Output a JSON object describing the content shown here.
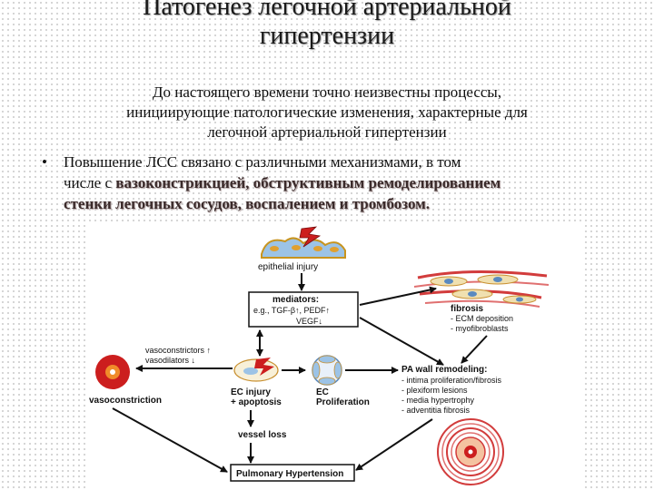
{
  "title": {
    "line1": "Патогенез легочной артериальной",
    "line2": "гипертензии"
  },
  "intro": {
    "line1": "До настоящего времени точно неизвестны процессы,",
    "line2": "инициирующие патологические изменения, характерные для",
    "line3": "легочной артериальной гипертензии"
  },
  "bullet": {
    "marker": "•",
    "line1": "Повышение ЛСС связано с различными механизмами, в том",
    "line2_prefix": "числе с ",
    "line2_highlight": "вазоконстрикцией, обструктивным ремоделированием",
    "line3_highlight": "стенки легочных сосудов, воспалением и тромбозом."
  },
  "diagram": {
    "epithelial": "epithelial injury",
    "mediators_title": "mediators:",
    "mediators_line1": "e.g., TGF-β↑, PEDF↑",
    "mediators_line2": "VEGF↓",
    "fibrosis_title": "fibrosis",
    "fibrosis_item1": "- ECM deposition",
    "fibrosis_item2": "- myofibroblasts",
    "vasoconstrictors": "vasoconstrictors ↑",
    "vasodilators": "vasodilators ↓",
    "vasoconstriction": "vasoconstriction",
    "ec_injury_line1": "EC injury",
    "ec_injury_line2": "+ apoptosis",
    "ec_prolif_line1": "EC",
    "ec_prolif_line2": "Proliferation",
    "pa_wall_title": "PA wall remodeling:",
    "pa_item1": "- intima proliferation/fibrosis",
    "pa_item2": "- plexiform lesions",
    "pa_item3": "- media hypertrophy",
    "pa_item4": "- adventitia fibrosis",
    "vessel_loss": "vessel loss",
    "pulmonary_hypertension": "Pulmonary Hypertension"
  },
  "colors": {
    "cell_blue": "#9cc3e6",
    "cell_red": "#cc1e1e",
    "arrow": "#111111",
    "fiber_red": "#d23c3c",
    "vessel_orange": "#f08c2a"
  }
}
